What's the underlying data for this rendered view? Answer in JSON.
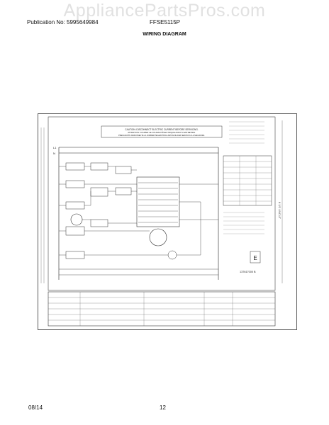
{
  "watermark": "AppliancePartsPros.com",
  "header": {
    "publication": "Publication No: 5995649984",
    "model": "FFSE5115P",
    "title": "WIRING DIAGRAM"
  },
  "diagram": {
    "caption_line1": "CAUTION: DISCONNECT ELECTRIC CURRENT BEFORE SERVICING.",
    "caption_line2": "ATTENTION: COUPER LE COURANT ÉLECTRIQUE AVANT L'ENTRETIEN.",
    "caption_line3": "PRECAUCIÓN: DESCONECTE LA CORRIENTE ELÉCTRICA ANTES DE DAR SERVICIO A LA SECADORA.",
    "wire_l1": "L1",
    "wire_n": "N",
    "ref_number": "137617000 B"
  },
  "footer": {
    "date": "08/14",
    "page": "12"
  }
}
